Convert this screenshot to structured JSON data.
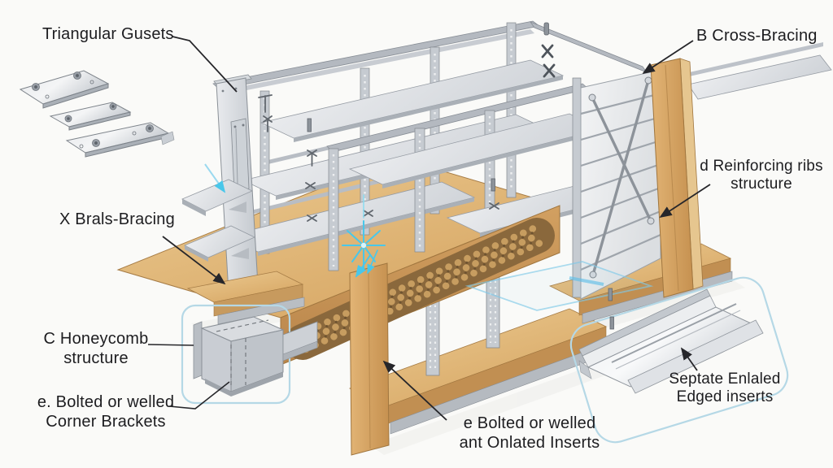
{
  "labels": {
    "triangular_gussets": {
      "text": "Triangular Gusets"
    },
    "cross_bracing": {
      "text": "B Cross-Bracing"
    },
    "reinforcing_ribs": {
      "text": "d Reinforcing ribs\nstructure"
    },
    "x_bracing": {
      "text": "X Brals-Bracing"
    },
    "honeycomb": {
      "text": "C Honeycomb\nstructure"
    },
    "corner_brackets": {
      "text": "e. Bolted or welled\nCorner Brackets"
    },
    "bolted_inserts": {
      "text": "e Bolted or welled\nant Onlated Inserts"
    },
    "edged_inserts": {
      "text": "Septate Enlaled\nEdged inserts"
    }
  },
  "colors": {
    "background": "#fafaf8",
    "label_text": "#1d1d20",
    "leader_line": "#26262a",
    "wood": "#d8a864",
    "wood_dark": "#bb8648",
    "metal": "#cfd3d8",
    "metal_dark": "#8a9097",
    "honeycomb_band": "#8a683c",
    "callout_outline": "#b5d8e6",
    "weld_glow": "#49c7ea"
  },
  "icons": {
    "leader_arrow": "black pointer arrow",
    "weld_sparkle": "cyan starburst",
    "screw_cross": "x-head screw"
  }
}
